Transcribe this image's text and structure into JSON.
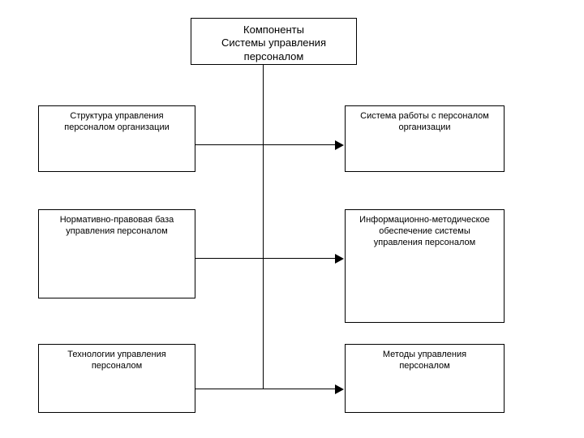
{
  "diagram": {
    "title_node": {
      "label": "Компоненты\nСистемы управления\nперсоналом"
    },
    "nodes": [
      {
        "id": "structure",
        "label": "Структура управления\nперсоналом организации"
      },
      {
        "id": "work-system",
        "label": "Система работы с персоналом\nорганизации"
      },
      {
        "id": "legal-base",
        "label": "Нормативно-правовая база\nуправления персоналом"
      },
      {
        "id": "info-method",
        "label": "Информационно-методическое\nобеспечение системы\nуправления персоналом"
      },
      {
        "id": "technologies",
        "label": "Технологии управления\nперсоналом"
      },
      {
        "id": "methods",
        "label": "Методы управления\nперсоналом"
      }
    ]
  },
  "colors": {
    "line": "#000000",
    "background": "#ffffff",
    "text": "#000000"
  }
}
